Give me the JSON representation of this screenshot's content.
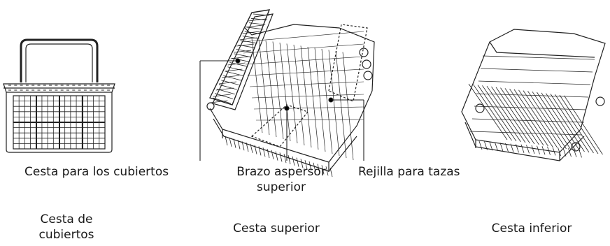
{
  "callouts": {
    "cutlery_basket": "Cesta para los cubiertos",
    "spray_arm": [
      "Brazo aspersor",
      "superior"
    ],
    "cup_rack": "Rejilla para tazas"
  },
  "captions": {
    "cutlery": [
      "Cesta de",
      "cubiertos"
    ],
    "upper": "Cesta superior",
    "lower": "Cesta inferior"
  }
}
